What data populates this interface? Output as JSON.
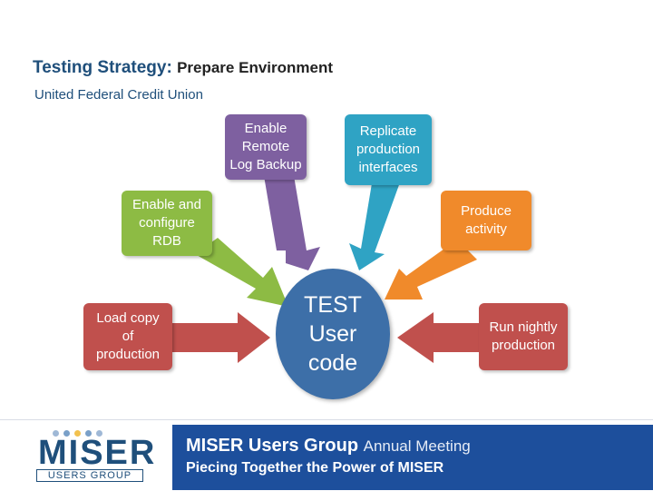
{
  "title": {
    "main": "Testing Strategy:",
    "sub": "Prepare Environment"
  },
  "subtitle": "United Federal Credit Union",
  "center": {
    "lines": [
      "TEST",
      "User",
      "code"
    ],
    "color": "#3d6fa8"
  },
  "nodes": {
    "remote_log_backup": {
      "lines": [
        "Enable",
        "Remote",
        "Log Backup"
      ],
      "color": "#7e60a0"
    },
    "replicate_interfaces": {
      "lines": [
        "Replicate",
        "production",
        "interfaces"
      ],
      "color": "#2fa3c4"
    },
    "rdb": {
      "lines": [
        "Enable and",
        "configure",
        "RDB"
      ],
      "color": "#8dbb44"
    },
    "produce_activity": {
      "lines": [
        "Produce",
        "activity"
      ],
      "color": "#f08a2b"
    },
    "load_copy": {
      "lines": [
        "Load copy",
        "of",
        "production"
      ],
      "color": "#c0504d"
    },
    "run_nightly": {
      "lines": [
        "Run nightly",
        "production"
      ],
      "color": "#c0504d"
    }
  },
  "footer": {
    "logo_text": "MISER",
    "logo_sub": "USERS GROUP",
    "line1_bold": "MISER Users Group",
    "line1_rest": "Annual Meeting",
    "line2": "Piecing Together the Power of MISER",
    "band_color": "#1d4f9c"
  }
}
